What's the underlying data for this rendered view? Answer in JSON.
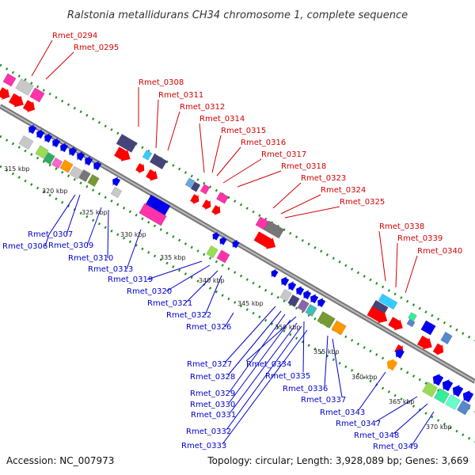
{
  "title": "Ralstonia metallidurans CH34 chromosome 1, complete sequence",
  "footer": {
    "accession": "Accession: NC_007973",
    "summary": "Topology: circular; Length: 3,928,089 bp; Genes: 3,669"
  },
  "colors": {
    "backbone": "#888888",
    "dots": "#1a8f1a",
    "forward_label": "#d40000",
    "reverse_label": "#0000cc"
  },
  "kbp_ticks": [
    "315 kbp",
    "320 kbp",
    "325 kbp",
    "330 kbp",
    "335 kbp",
    "340 kbp",
    "345 kbp",
    "350 kbp",
    "355 kbp",
    "360 kbp",
    "365 kbp",
    "370 kbp"
  ],
  "forward_labels": [
    "Rmet_0294",
    "Rmet_0295",
    "Rmet_0308",
    "Rmet_0311",
    "Rmet_0312",
    "Rmet_0314",
    "Rmet_0315",
    "Rmet_0316",
    "Rmet_0317",
    "Rmet_0318",
    "Rmet_0323",
    "Rmet_0324",
    "Rmet_0325",
    "Rmet_0338",
    "Rmet_0339",
    "Rmet_0340"
  ],
  "reverse_labels": [
    "Rmet_0307",
    "Rmet_0306",
    "Rmet_0309",
    "Rmet_0310",
    "Rmet_0313",
    "Rmet_0319",
    "Rmet_0320",
    "Rmet_0321",
    "Rmet_0322",
    "Rmet_0326",
    "Rmet_0327",
    "Rmet_0328",
    "Rmet_0334",
    "Rmet_0329",
    "Rmet_0335",
    "Rmet_0330",
    "Rmet_0331",
    "Rmet_0336",
    "Rmet_0337",
    "Rmet_0343",
    "Rmet_0332",
    "Rmet_0333",
    "Rmet_0347",
    "Rmet_0348",
    "Rmet_0349"
  ]
}
